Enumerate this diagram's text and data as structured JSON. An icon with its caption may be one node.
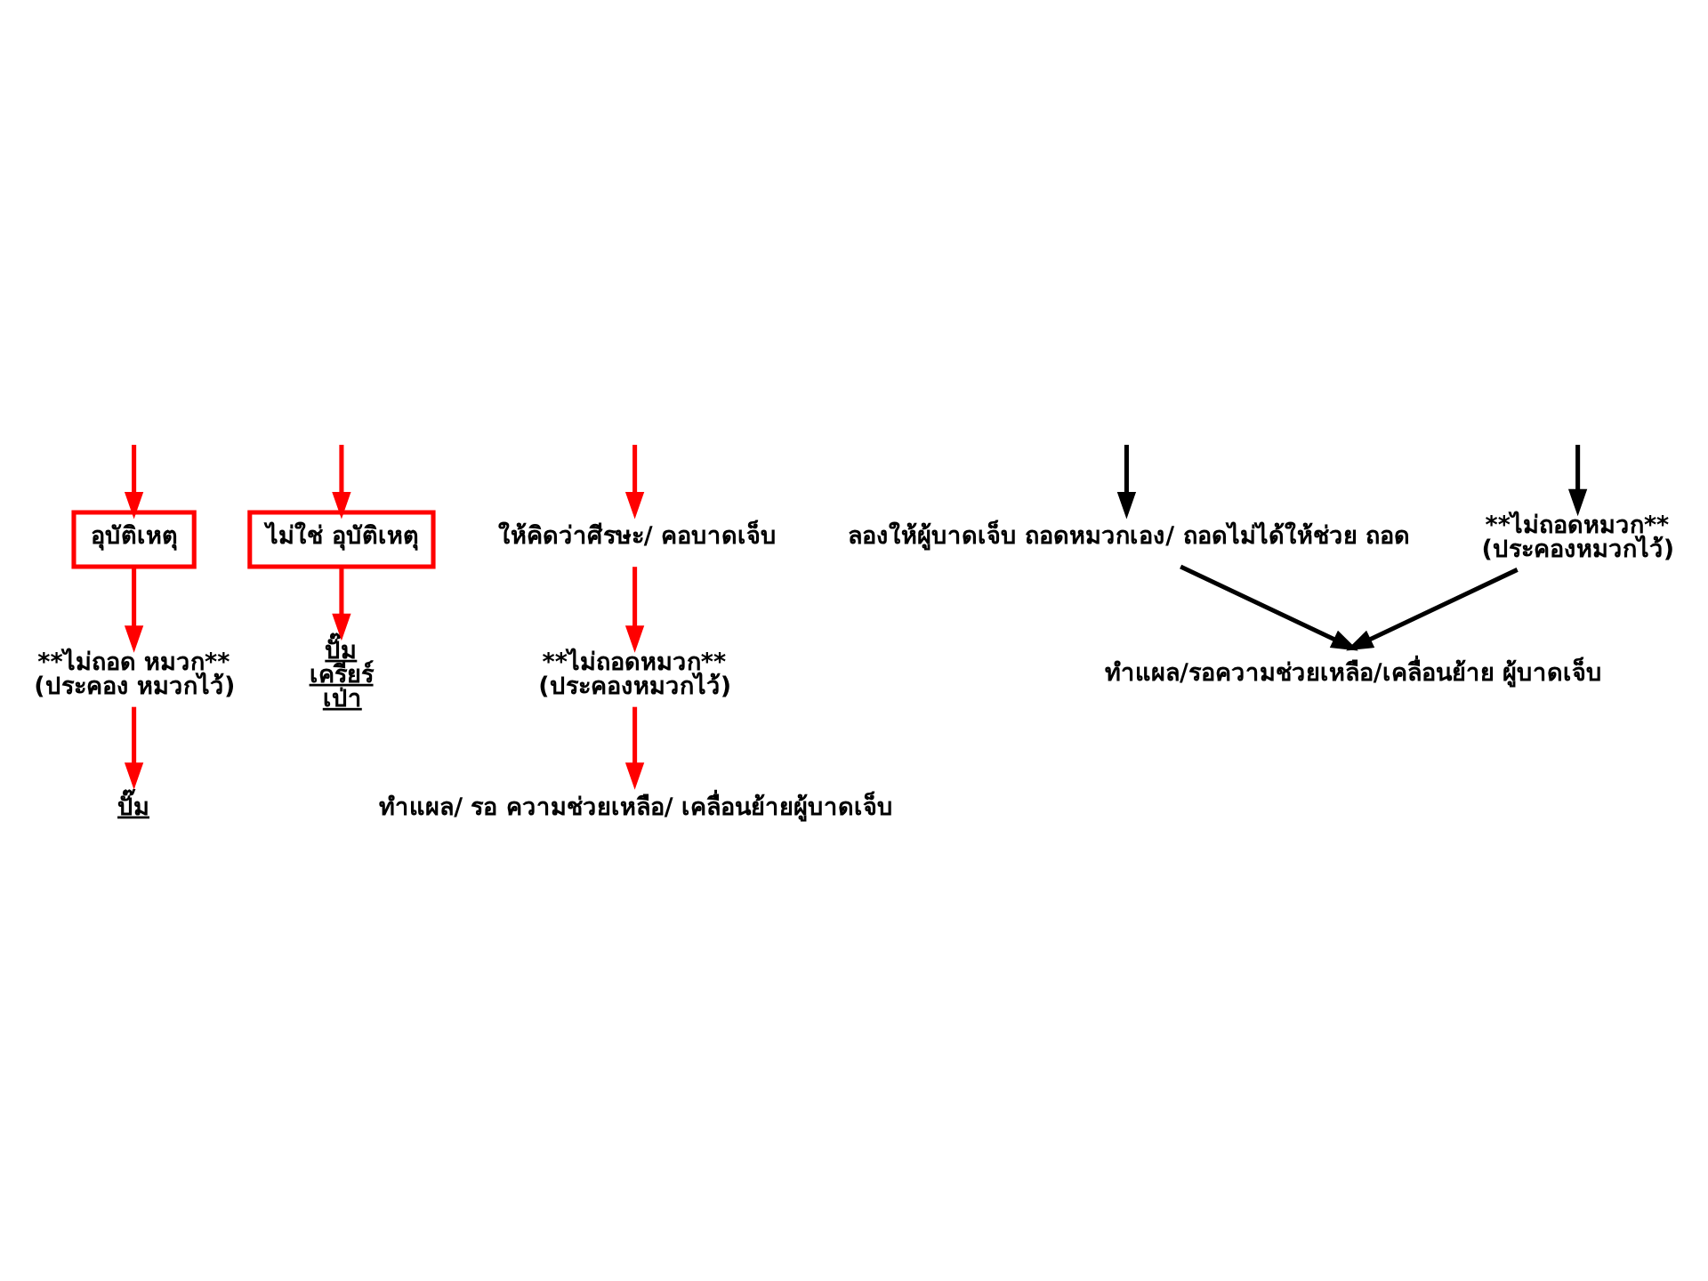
{
  "diagram": {
    "nodes": [
      {
        "text": [
          "อุบัติเหตุ"
        ]
      },
      {
        "text": [
          "ไม่ใช่ อุบัติเหตุ"
        ]
      },
      {
        "text": [
          "**ไม่ถอด หมวก**",
          "(ประคอง หมวกไว้)"
        ]
      },
      {
        "text": [
          "ปั๊ม"
        ]
      },
      {
        "text": [
          "ปั๊ม",
          "เครียร์",
          "เป่า"
        ]
      },
      {
        "text": [
          "ให้คิดว่าศีรษะ/ คอบาดเจ็บ"
        ]
      },
      {
        "text": [
          "**ไม่ถอดหมวก**",
          "(ประคองหมวกไว้)"
        ]
      },
      {
        "text": [
          "ทำแผล/ รอ ความช่วยเหลือ/ เคลื่อนย้ายผู้บาดเจ็บ"
        ]
      },
      {
        "text": [
          "**ไม่ถอดหมวก**",
          "(ประคองหมวกไว้)"
        ]
      },
      {
        "text": [
          "ลองให้ผู้บาดเจ็บ ถอดหมวกเอง/ ถอดไม่ได้ให้ช่วย ถอด"
        ]
      },
      {
        "text": [
          "ทำแผล/รอความช่วยเหลือ/เคลื่อนย้าย ผู้บาดเจ็บ"
        ]
      }
    ],
    "edges": [
      {
        "from": null,
        "to": 0,
        "arrow": "to"
      },
      {
        "from": null,
        "to": 1,
        "arrow": "to"
      },
      {
        "from": 0,
        "to": 2,
        "arrow": "to"
      },
      {
        "from": 2,
        "to": 3,
        "arrow": "to"
      },
      {
        "from": 1,
        "to": 4,
        "arrow": "to"
      },
      {
        "from": null,
        "to": 5,
        "arrow": "to"
      },
      {
        "from": 5,
        "to": 6,
        "arrow": "to"
      },
      {
        "from": 6,
        "to": 7,
        "arrow": "to"
      },
      {
        "from": null,
        "to": 8,
        "arrow": "to",
        "color": "#000000"
      },
      {
        "from": null,
        "to": 9,
        "arrow": "to",
        "color": "#000000"
      },
      {
        "from": 8,
        "to": 10,
        "arrow": "to",
        "color": "#000000"
      },
      {
        "from": 9,
        "to": 10,
        "arrow": "to",
        "color": "#000000"
      }
    ]
  }
}
